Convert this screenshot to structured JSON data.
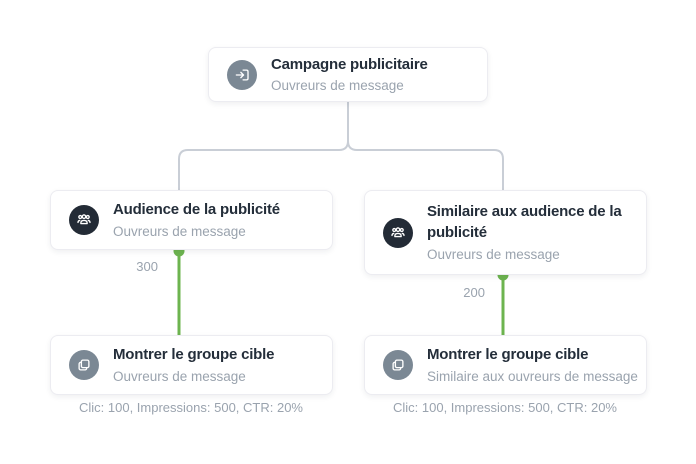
{
  "colors": {
    "edge_green": "#6db44f",
    "connector_gray": "#c9ced6",
    "icon_circle_gray": "#7b8894",
    "icon_circle_dark": "#232b36",
    "title_text": "#242e3a",
    "muted_text": "#9aa3ae"
  },
  "root_card": {
    "title": "Campagne publicitaire",
    "subtitle": "Ouvreurs de message",
    "icon": "sign-in-icon"
  },
  "left_branch": {
    "audience_card": {
      "title": "Audience de la publicité",
      "subtitle": "Ouvreurs de message",
      "icon": "users-icon"
    },
    "edge_value": "300",
    "target_card": {
      "title": "Montrer le groupe cible",
      "subtitle": "Ouvreurs de message",
      "icon": "copy-icon"
    },
    "stats": "Clic: 100, Impressions: 500, CTR: 20%"
  },
  "right_branch": {
    "audience_card": {
      "title": "Similaire aux audience de la publicité",
      "subtitle": "Ouvreurs de message",
      "icon": "users-icon"
    },
    "edge_value": "200",
    "target_card": {
      "title": "Montrer le groupe cible",
      "subtitle": "Similaire aux ouvreurs de message",
      "icon": "copy-icon"
    },
    "stats": "Clic: 100, Impressions: 500, CTR: 20%"
  }
}
